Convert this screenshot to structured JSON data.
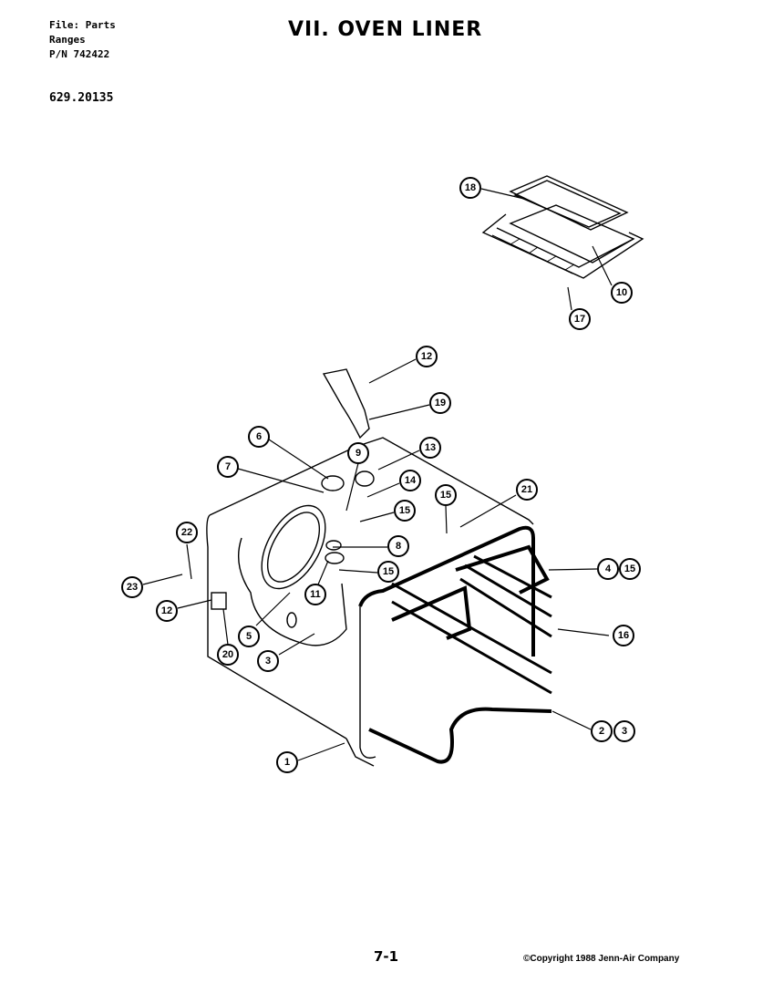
{
  "header": {
    "file_line": "File: Parts",
    "category_line": "Ranges",
    "pn_line": "P/N 742422",
    "model": "629.20135"
  },
  "title": "VII. OVEN LINER",
  "footer": {
    "page_number": "7-1",
    "copyright": "©Copyright 1988 Jenn-Air Company"
  },
  "callouts": {
    "c18a": "18",
    "c10a": "10",
    "c17": "17",
    "c12a": "12",
    "c19": "19",
    "c6": "6",
    "c9": "9",
    "c13": "13",
    "c7": "7",
    "c14": "14",
    "c15a": "15",
    "c15b": "15",
    "c21": "21",
    "c22": "22",
    "c8": "8",
    "c4": "4",
    "c15c": "15",
    "c23": "23",
    "c11": "11",
    "c15d": "15",
    "c12b": "12",
    "c16": "16",
    "c5": "5",
    "c20": "20",
    "c3a": "3",
    "c2": "2",
    "c3b": "3",
    "c1": "1"
  }
}
